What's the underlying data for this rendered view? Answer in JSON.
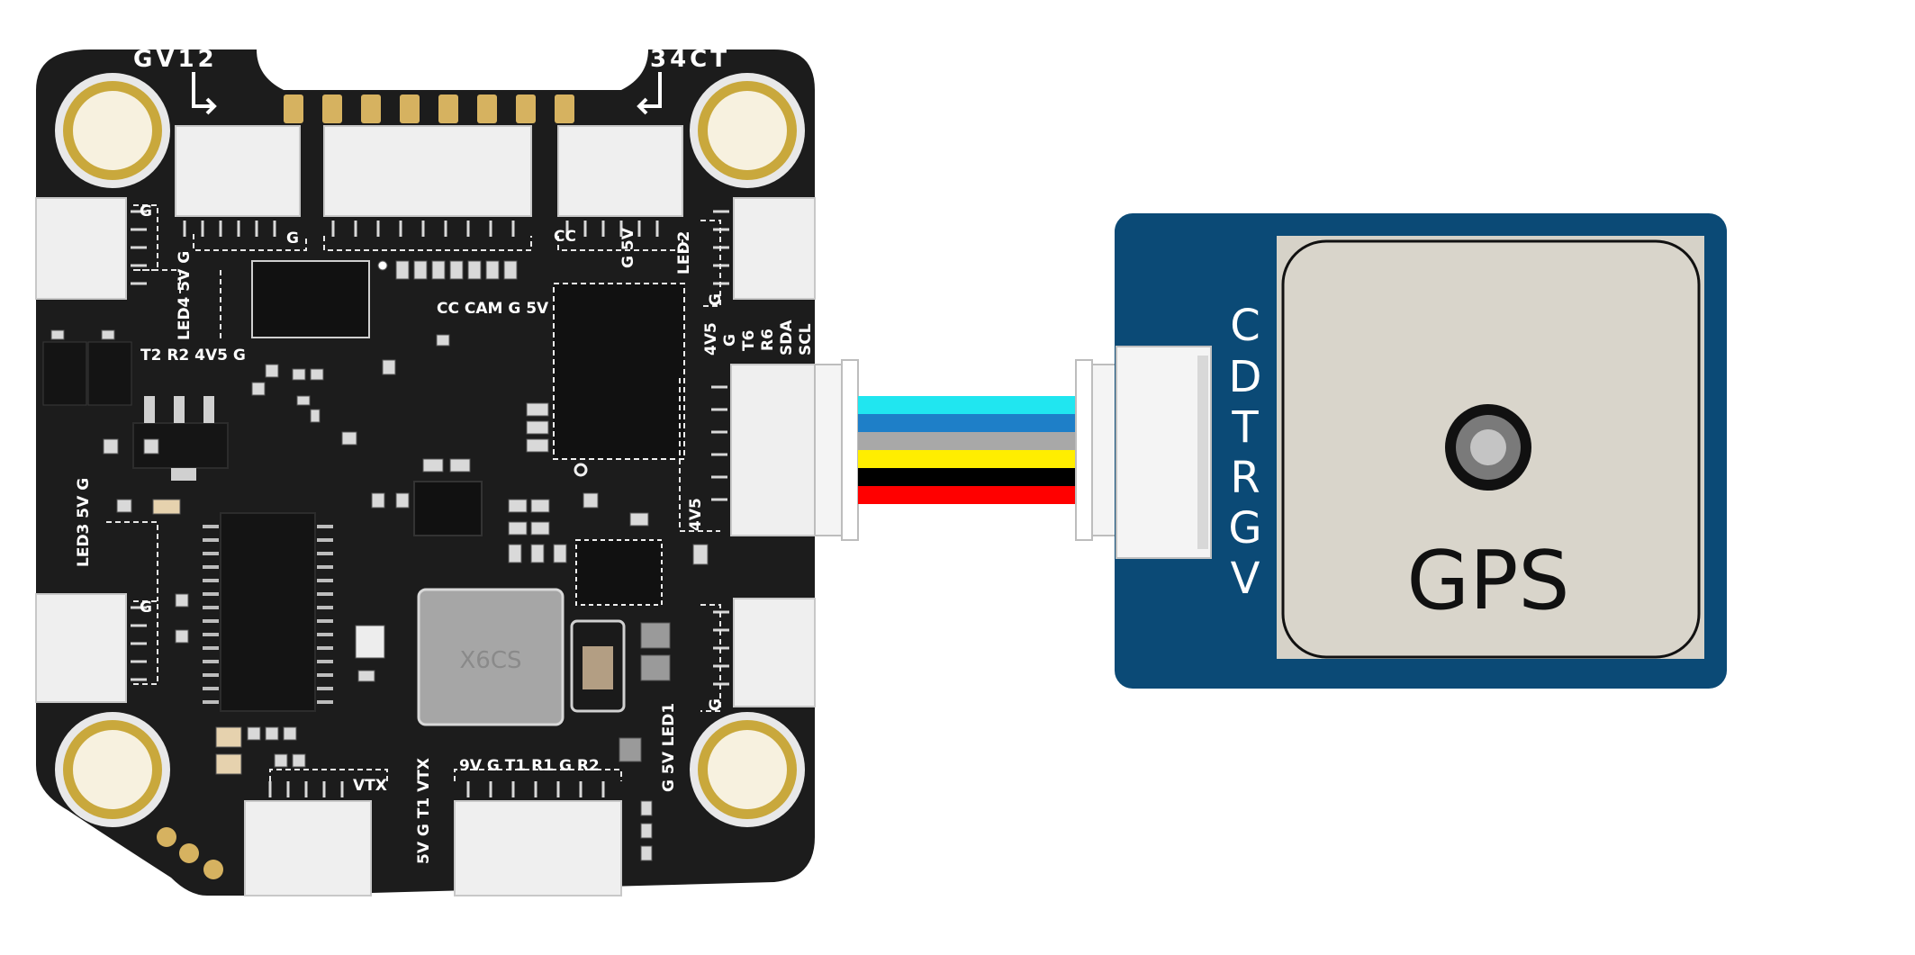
{
  "fc": {
    "corner_labels": {
      "top_left": "GV12",
      "top_right": "34CT"
    },
    "silk_labels": {
      "g_top_left": "G",
      "g_mid_top": "G",
      "cc_top": "CC",
      "g5v_top": "G 5V",
      "led2": "LED2",
      "led4": "LED4 5V G",
      "cc_cam": "CC CAM G 5V",
      "t2r2": "T2 R2 4V5 G",
      "gps_header": [
        "4V5",
        "G",
        "T6",
        "R6",
        "SDA",
        "SCL"
      ],
      "g_right_top": "G",
      "v4v5_side": "4V5",
      "led3": "LED3 5V G",
      "g_left_mid": "G",
      "g_right_low": "G",
      "led1": "G 5V LED1",
      "vtx_header": "VTX",
      "vtx_side": "5V G T1 VTX",
      "bottom_header": "9V G T1 R1 G R2"
    },
    "chip_marking": "X6CS"
  },
  "cable": {
    "wire_colors": [
      "#20e6f0",
      "#1e7fc8",
      "#a8a8a8",
      "#ffee00",
      "#000000",
      "#ff0000"
    ]
  },
  "gps": {
    "pins": [
      "C",
      "D",
      "T",
      "R",
      "G",
      "V"
    ],
    "label": "GPS",
    "colors": {
      "board": "#0b4a76",
      "antenna": "#d6d2c8"
    }
  }
}
